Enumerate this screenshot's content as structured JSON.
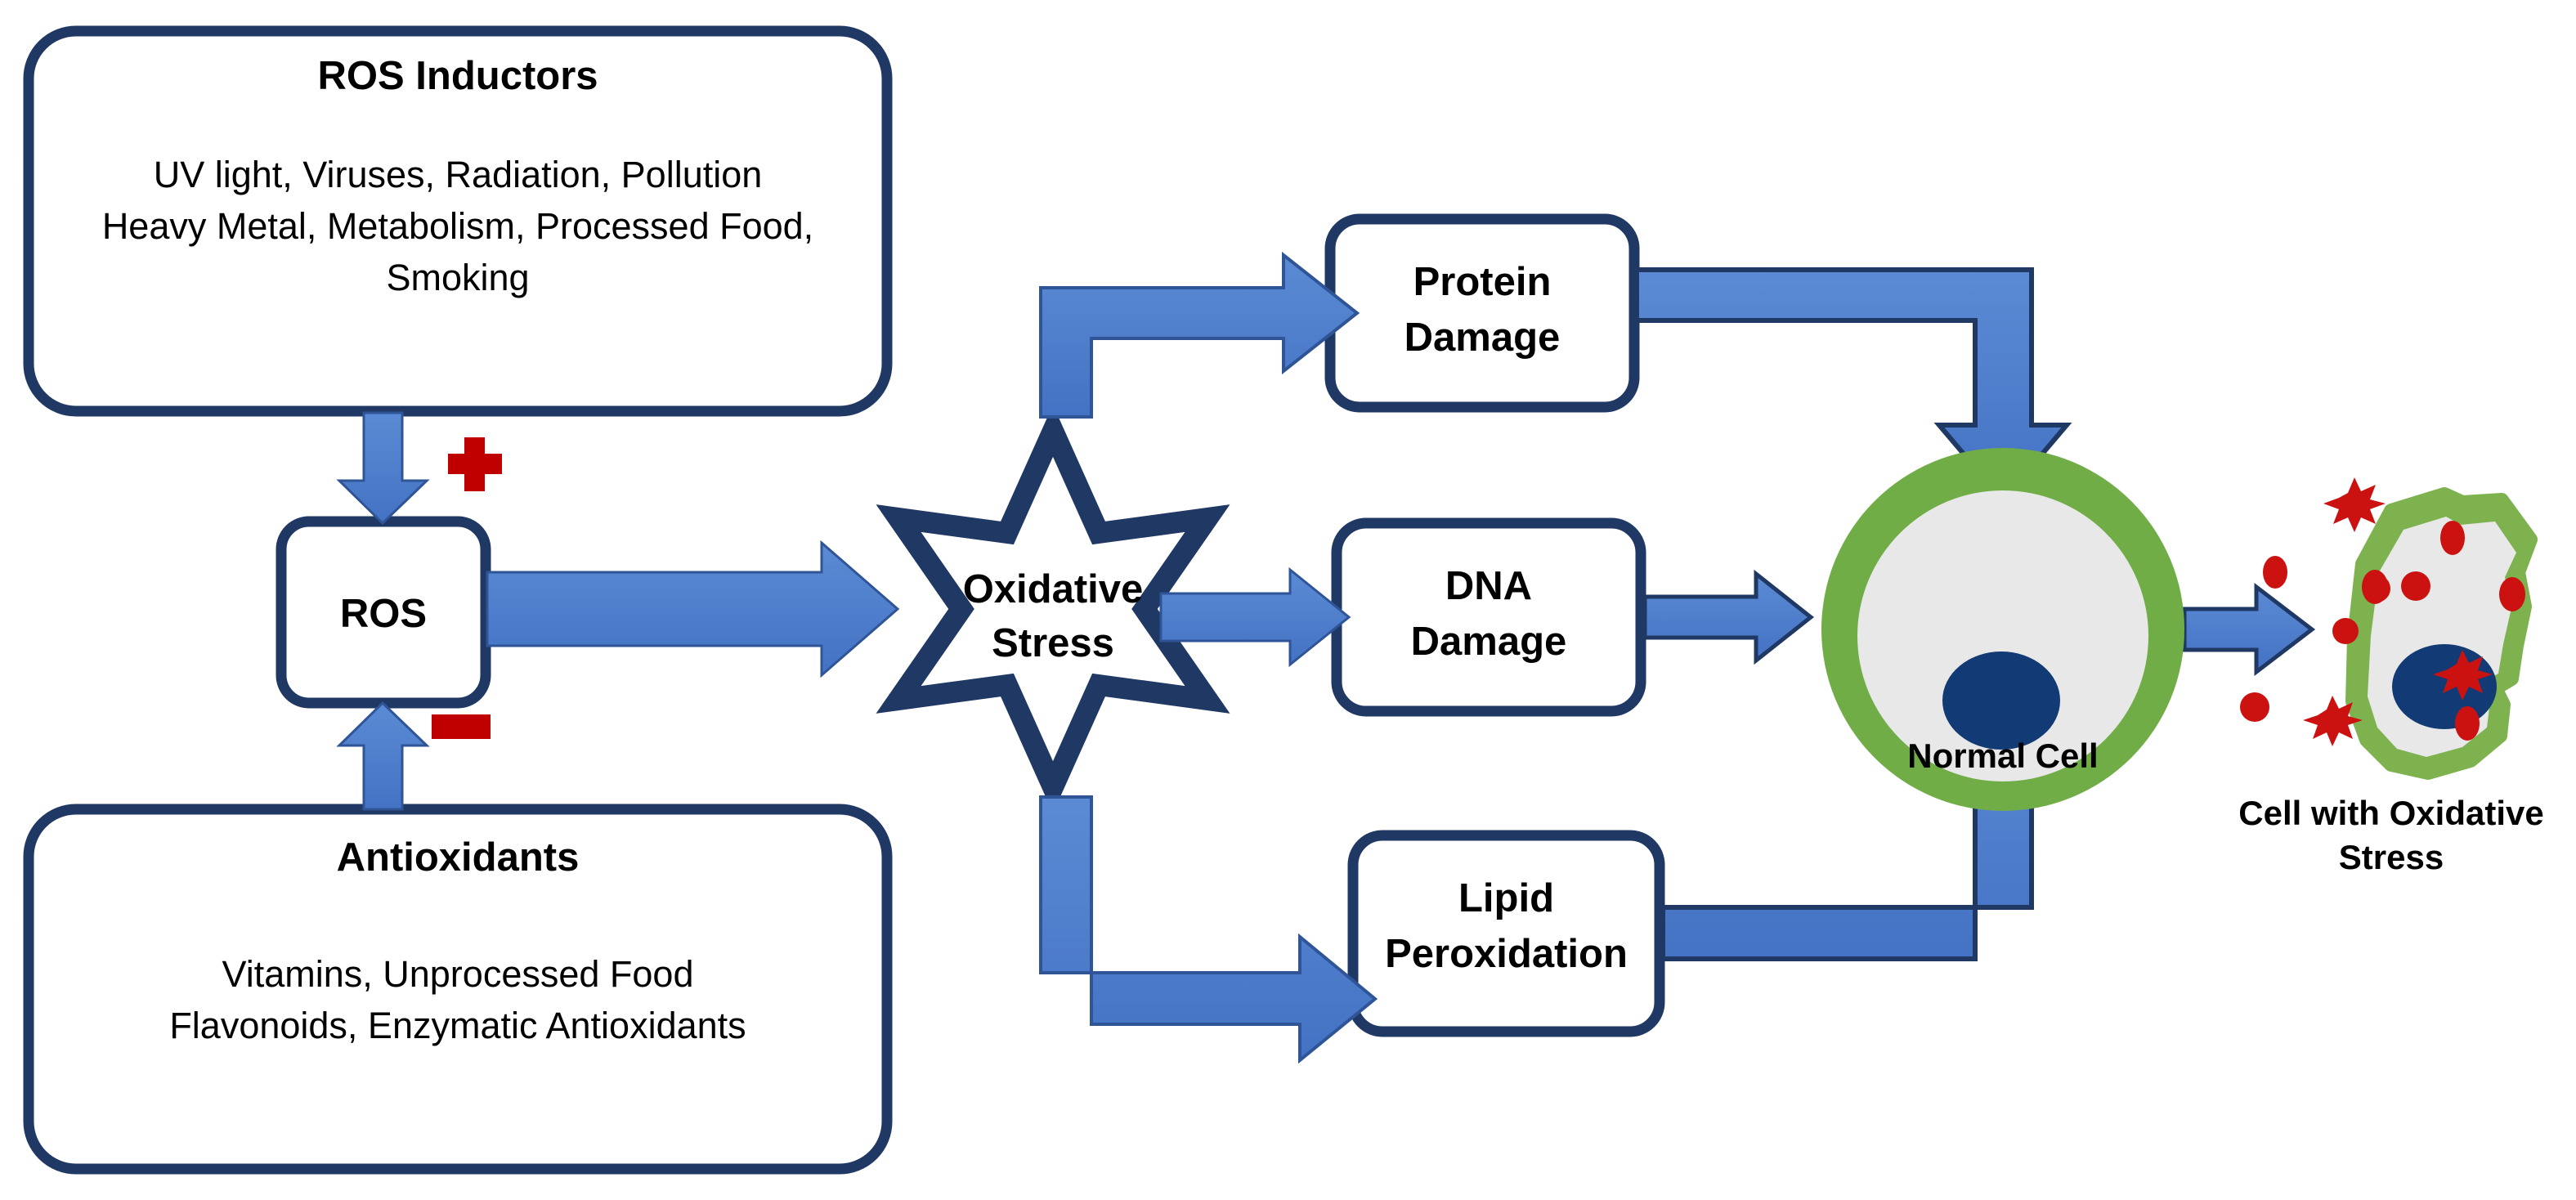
{
  "diagram": {
    "title": "Oxidative Stress Pathway",
    "colors": {
      "navy_outline": "#1F3864",
      "arrow_blue": "#4472C4",
      "arrow_blue_dark_outline": "#1F3864",
      "membrane_green": "#70AD47",
      "cytoplasm_grey": "#E6E6E6",
      "nucleus_navy": "#123A75",
      "red_marker": "#C00000",
      "ros_dot_red": "#CC1111",
      "background": "#FFFFFF"
    },
    "boxes": {
      "ros_inductors": {
        "title": "ROS Inductors",
        "lines": [
          "UV light, Viruses, Radiation, Pollution",
          "Heavy Metal, Metabolism, Processed Food,",
          "Smoking"
        ]
      },
      "antioxidants": {
        "title": "Antioxidants",
        "lines": [
          "Vitamins, Unprocessed Food",
          "Flavonoids, Enzymatic Antioxidants"
        ]
      },
      "ros": {
        "label": "ROS"
      },
      "protein_damage": {
        "label_line1": "Protein",
        "label_line2": "Damage"
      },
      "dna_damage": {
        "label_line1": "DNA",
        "label_line2": "Damage"
      },
      "lipid_peroxidation": {
        "label_line1": "Lipid",
        "label_line2": "Peroxidation"
      }
    },
    "star": {
      "label_line1": "Oxidative",
      "label_line2": "Stress"
    },
    "cells": {
      "normal": {
        "caption": "Normal Cell"
      },
      "stressed": {
        "caption_line1": "Cell with Oxidative",
        "caption_line2": "Stress"
      }
    },
    "modifiers": {
      "plus": {
        "symbol": "+",
        "meaning": "increases ROS"
      },
      "minus": {
        "symbol": "−",
        "meaning": "decreases ROS"
      }
    },
    "edges": [
      {
        "from": "ros_inductors",
        "to": "ros",
        "type": "straight-down",
        "modifier": "+"
      },
      {
        "from": "antioxidants",
        "to": "ros",
        "type": "straight-up",
        "modifier": "−"
      },
      {
        "from": "ros",
        "to": "star",
        "type": "straight-right"
      },
      {
        "from": "star",
        "to": "protein_damage",
        "type": "elbow-up-right"
      },
      {
        "from": "star",
        "to": "dna_damage",
        "type": "straight-right"
      },
      {
        "from": "star",
        "to": "lipid_peroxidation",
        "type": "elbow-down-right"
      },
      {
        "from": "protein_damage",
        "to": "normal_cell",
        "type": "elbow-right-down"
      },
      {
        "from": "dna_damage",
        "to": "normal_cell",
        "type": "straight-right"
      },
      {
        "from": "lipid_peroxidation",
        "to": "normal_cell",
        "type": "elbow-right-up"
      },
      {
        "from": "normal_cell",
        "to": "stressed_cell",
        "type": "straight-right"
      }
    ]
  }
}
